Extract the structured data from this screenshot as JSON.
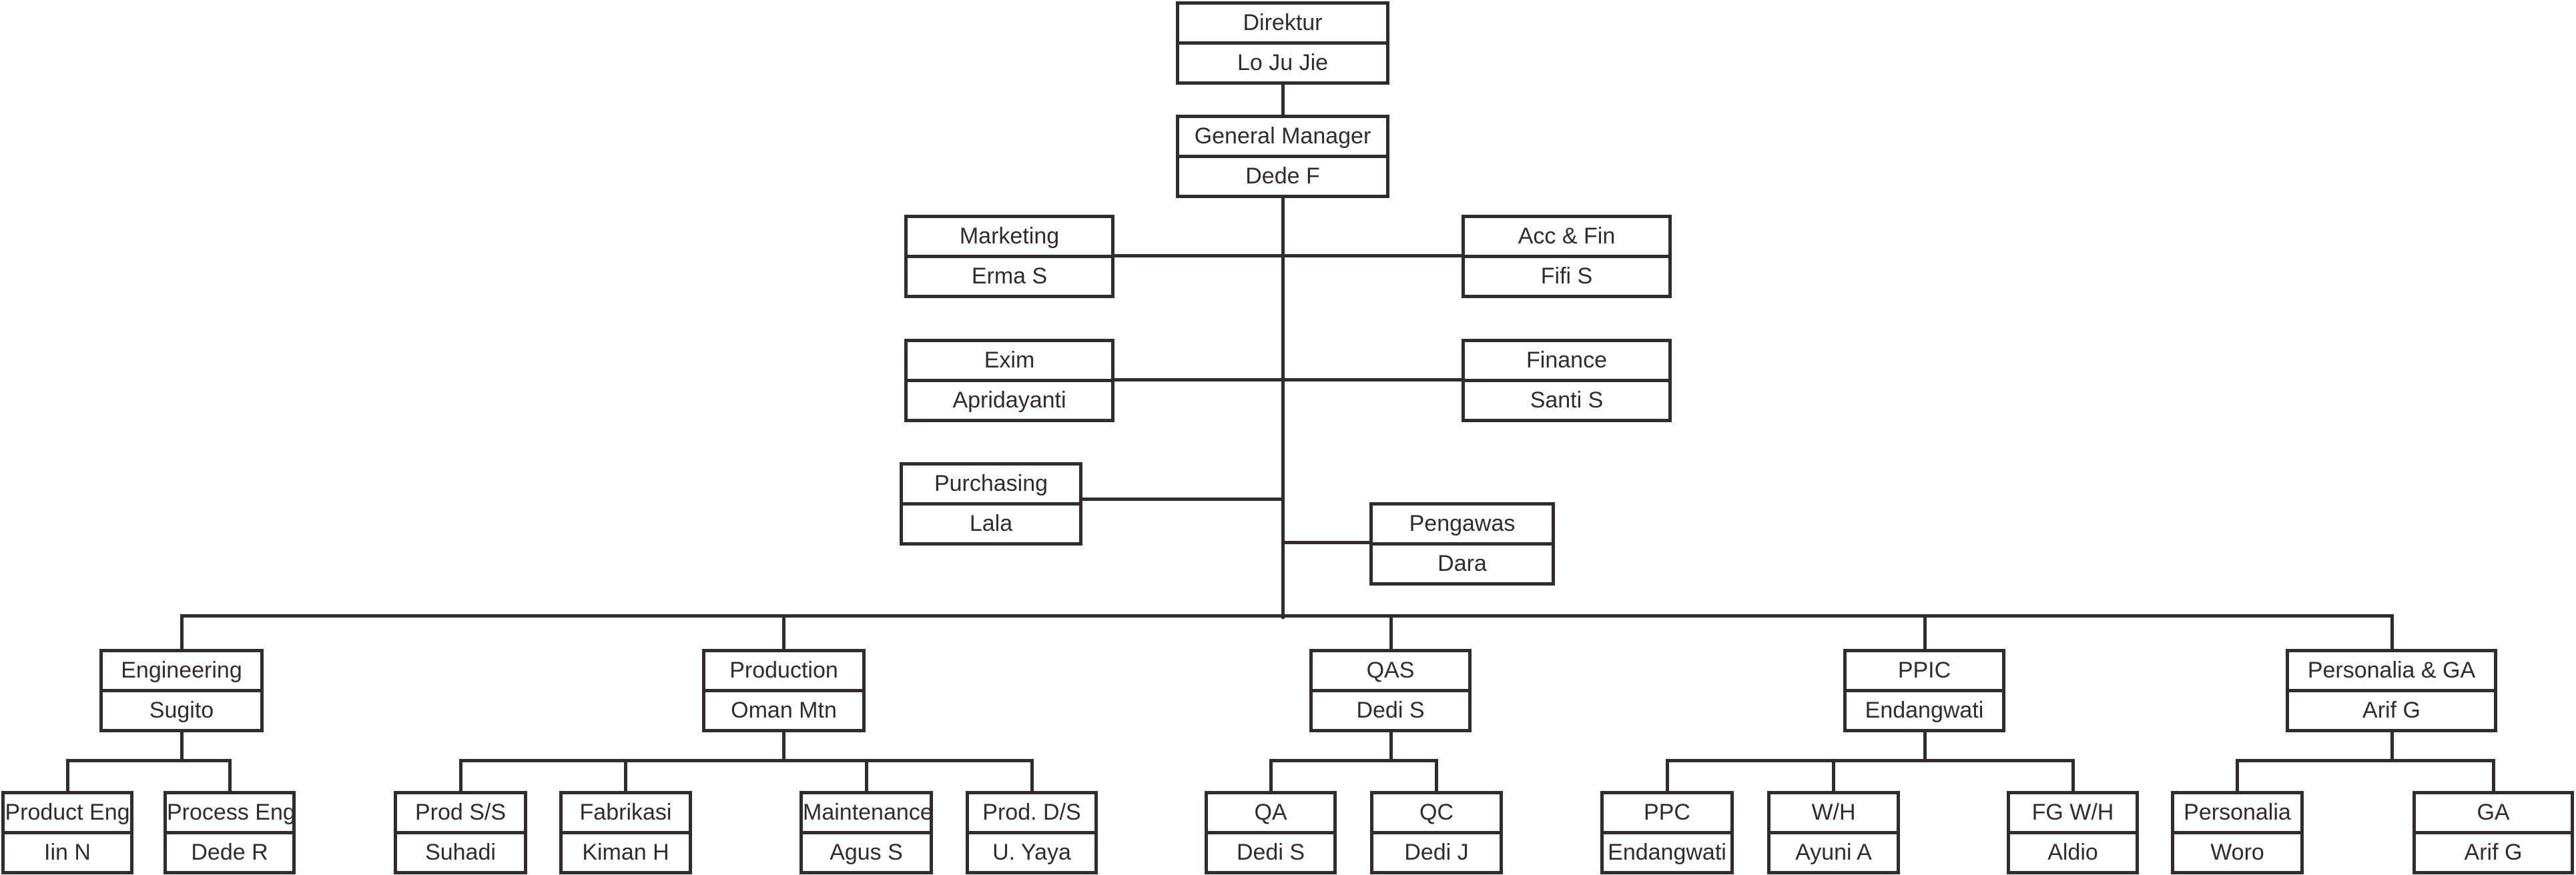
{
  "colors": {
    "line_and_text": "#332b2b",
    "box_fill": "#ffffff",
    "background": "#ffffff"
  },
  "org_chart": {
    "nodes": {
      "direktur": {
        "title": "Direktur",
        "name": "Lo Ju Jie"
      },
      "general_manager": {
        "title": "General Manager",
        "name": "Dede F"
      },
      "marketing": {
        "title": "Marketing",
        "name": "Erma S"
      },
      "acc_fin": {
        "title": "Acc & Fin",
        "name": "Fifi S"
      },
      "exim": {
        "title": "Exim",
        "name": "Apridayanti"
      },
      "finance": {
        "title": "Finance",
        "name": "Santi S"
      },
      "purchasing": {
        "title": "Purchasing",
        "name": "Lala"
      },
      "pengawas": {
        "title": "Pengawas",
        "name": "Dara"
      },
      "engineering": {
        "title": "Engineering",
        "name": "Sugito"
      },
      "production": {
        "title": "Production",
        "name": "Oman Mtn"
      },
      "qas": {
        "title": "QAS",
        "name": "Dedi S"
      },
      "ppic": {
        "title": "PPIC",
        "name": "Endangwati"
      },
      "personalia_ga": {
        "title": "Personalia & GA",
        "name": "Arif G"
      },
      "product_eng": {
        "title": "Product Eng",
        "name": "Iin N"
      },
      "process_eng": {
        "title": "Process Eng",
        "name": "Dede R"
      },
      "prod_ss": {
        "title": "Prod S/S",
        "name": "Suhadi"
      },
      "fabrikasi": {
        "title": "Fabrikasi",
        "name": "Kiman H"
      },
      "maintenance": {
        "title": "Maintenance",
        "name": "Agus S"
      },
      "prod_ds": {
        "title": "Prod. D/S",
        "name": "U. Yaya"
      },
      "qa": {
        "title": "QA",
        "name": "Dedi S"
      },
      "qc": {
        "title": "QC",
        "name": "Dedi J"
      },
      "ppc": {
        "title": "PPC",
        "name": "Endangwati"
      },
      "wh": {
        "title": "W/H",
        "name": "Ayuni A"
      },
      "fg_wh": {
        "title": "FG W/H",
        "name": "Aldio"
      },
      "personalia": {
        "title": "Personalia",
        "name": "Woro"
      },
      "ga": {
        "title": "GA",
        "name": "Arif G"
      }
    },
    "hierarchy": {
      "direktur": [
        "general_manager"
      ],
      "general_manager": [
        "marketing",
        "acc_fin",
        "exim",
        "finance",
        "purchasing",
        "pengawas",
        "engineering",
        "production",
        "qas",
        "ppic",
        "personalia_ga"
      ],
      "engineering": [
        "product_eng",
        "process_eng"
      ],
      "production": [
        "prod_ss",
        "fabrikasi",
        "maintenance",
        "prod_ds"
      ],
      "qas": [
        "qa",
        "qc"
      ],
      "ppic": [
        "ppc",
        "wh",
        "fg_wh"
      ],
      "personalia_ga": [
        "personalia",
        "ga"
      ]
    }
  }
}
